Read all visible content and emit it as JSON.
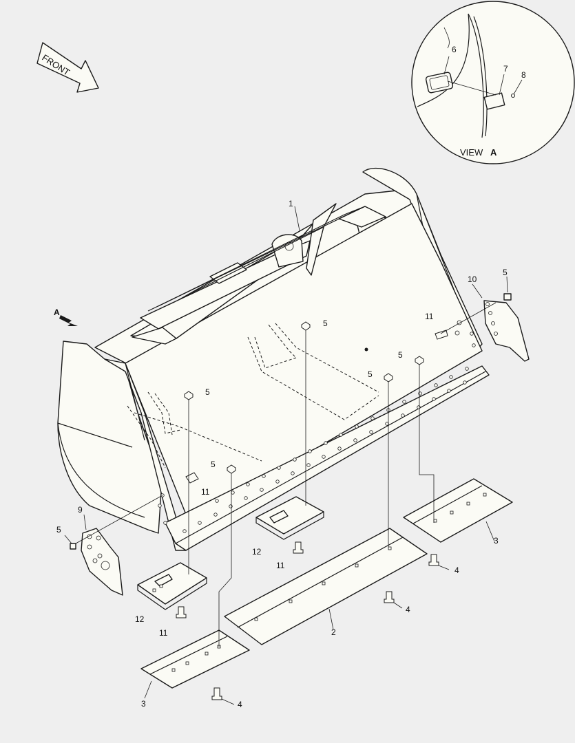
{
  "front_label": "FRONT",
  "view_label": "VIEW",
  "view_letter": "A",
  "view_arrow_label": "A",
  "callouts": [
    "1",
    "2",
    "3",
    "3",
    "4",
    "4",
    "4",
    "5",
    "5",
    "5",
    "5",
    "5",
    "5",
    "5",
    "6",
    "7",
    "8",
    "9",
    "10",
    "11",
    "11",
    "11",
    "11",
    "12",
    "12"
  ],
  "colors": {
    "background": "#efefef",
    "part_fill": "#fbfbf5",
    "line": "#1a1a1a"
  }
}
